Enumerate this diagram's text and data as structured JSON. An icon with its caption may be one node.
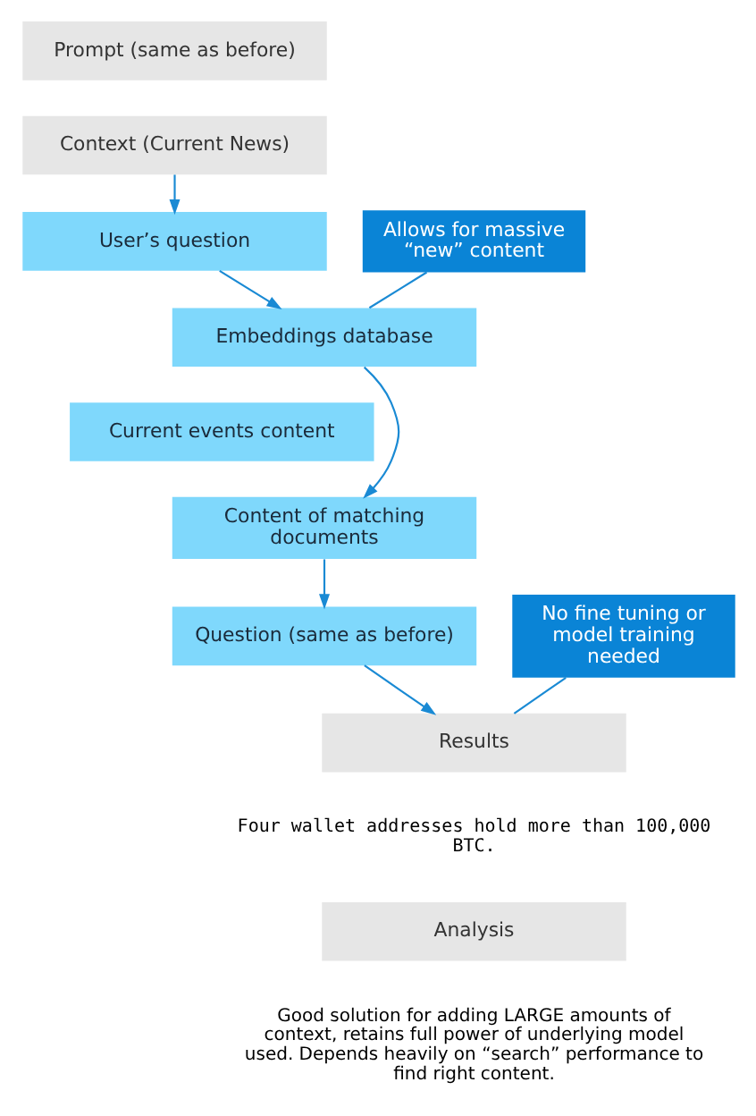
{
  "diagram": {
    "nodes": [
      {
        "text": [
          "Prompt (same as before)"
        ]
      },
      {
        "text": [
          "Context (Current News)"
        ]
      },
      {
        "text": [
          "User’s question"
        ]
      },
      {
        "text": [
          "Embeddings database"
        ]
      },
      {
        "text": [
          "Current events content"
        ]
      },
      {
        "text": [
          "Content of matching documents"
        ]
      },
      {
        "text": [
          "Question (same as before)"
        ]
      },
      {
        "text": [
          "Results"
        ]
      },
      {
        "text": [
          "Allows for massive “new” content"
        ]
      },
      {
        "text": [
          "No fine tuning or model training needed"
        ]
      },
      {
        "text": [
          "Analysis"
        ]
      }
    ],
    "edges": [
      {
        "from": 1,
        "to": 2,
        "arrow": "to"
      },
      {
        "from": 2,
        "to": 3,
        "arrow": "to"
      },
      {
        "from": 3,
        "to": 5,
        "arrow": "to"
      },
      {
        "from": 5,
        "to": 6,
        "arrow": "to"
      },
      {
        "from": 6,
        "to": 7,
        "arrow": "to"
      },
      {
        "from": 8,
        "to": 3,
        "arrow": "none"
      },
      {
        "from": 9,
        "to": 7,
        "arrow": "none"
      }
    ],
    "labels": [
      "Four wallet addresses hold more than 100,000 BTC.",
      "Good solution for adding LARGE amounts of context, retains full power of underlying model used. Depends heavily on “search” performance to find right content."
    ]
  }
}
